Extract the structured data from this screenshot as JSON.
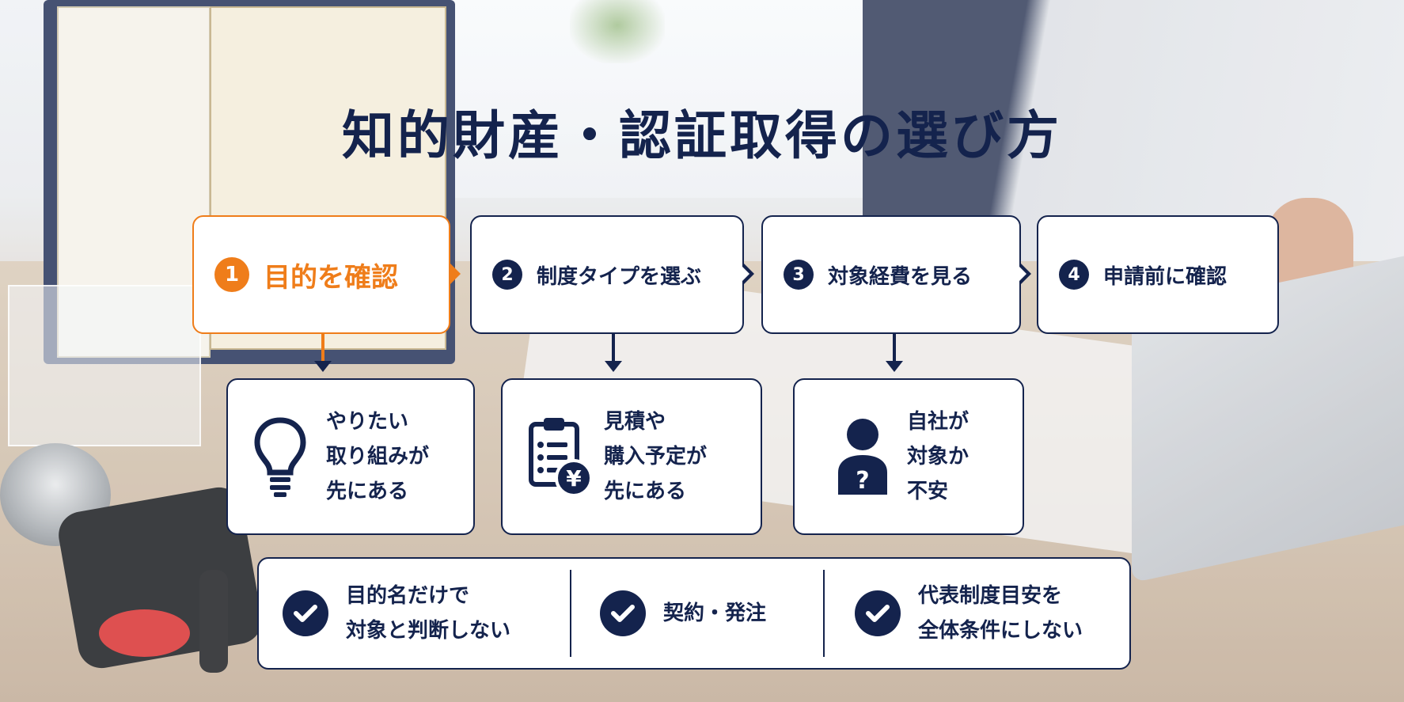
{
  "title": "知的財産・認証取得の選び方",
  "steps": [
    {
      "number": "1",
      "label": "目的を確認"
    },
    {
      "number": "2",
      "label": "制度タイプを選ぶ"
    },
    {
      "number": "3",
      "label": "対象経費を見る"
    },
    {
      "number": "4",
      "label": "申請前に確認"
    }
  ],
  "cards": [
    {
      "icon": "lightbulb-icon",
      "lines": [
        "やりたい",
        "取り組みが",
        "先にある"
      ]
    },
    {
      "icon": "clipboard-yen-icon",
      "lines": [
        "見積や",
        "購入予定が",
        "先にある"
      ]
    },
    {
      "icon": "person-question-icon",
      "lines": [
        "自社が",
        "対象か",
        "不安"
      ]
    }
  ],
  "notes": [
    {
      "lines": [
        "目的名だけで",
        "対象と判断しない"
      ]
    },
    {
      "lines": [
        "契約・発注"
      ]
    },
    {
      "lines": [
        "代表制度目安を",
        "全体条件にしない"
      ]
    }
  ],
  "yen_symbol": "¥",
  "question_symbol": "?",
  "colors": {
    "navy": "#14234d",
    "accent": "#ef7d1a",
    "card": "#ffffff"
  }
}
